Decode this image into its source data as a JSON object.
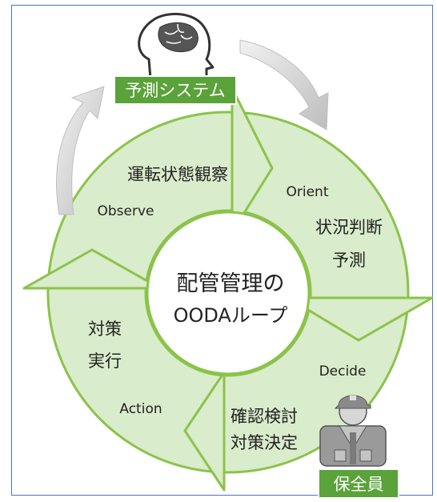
{
  "diagram": {
    "center_title_line1": "配管管理の",
    "center_title_line2": "OODAループ",
    "top_label": "予測システム",
    "bottom_label": "保全員",
    "observe": {
      "en": "Observe",
      "jp": "運転状態観察"
    },
    "orient": {
      "en": "Orient",
      "jp_line1": "状況判断",
      "jp_line2": "予測"
    },
    "decide": {
      "en": "Decide",
      "jp_line1": "確認検討",
      "jp_line2": "対策決定"
    },
    "action": {
      "en": "Action",
      "jp_line1": "対策",
      "jp_line2": "実行"
    },
    "icons": {
      "top": "head-brain-icon",
      "bottom": "worker-icon"
    },
    "colors": {
      "ring_fill": "#d9eccb",
      "ring_stroke": "#8bc34a",
      "label_fill": "#5aa33a",
      "label_text": "#ffffff",
      "gray_arrow": "#c8c8c8",
      "frame_border": "#4a72c4"
    }
  }
}
